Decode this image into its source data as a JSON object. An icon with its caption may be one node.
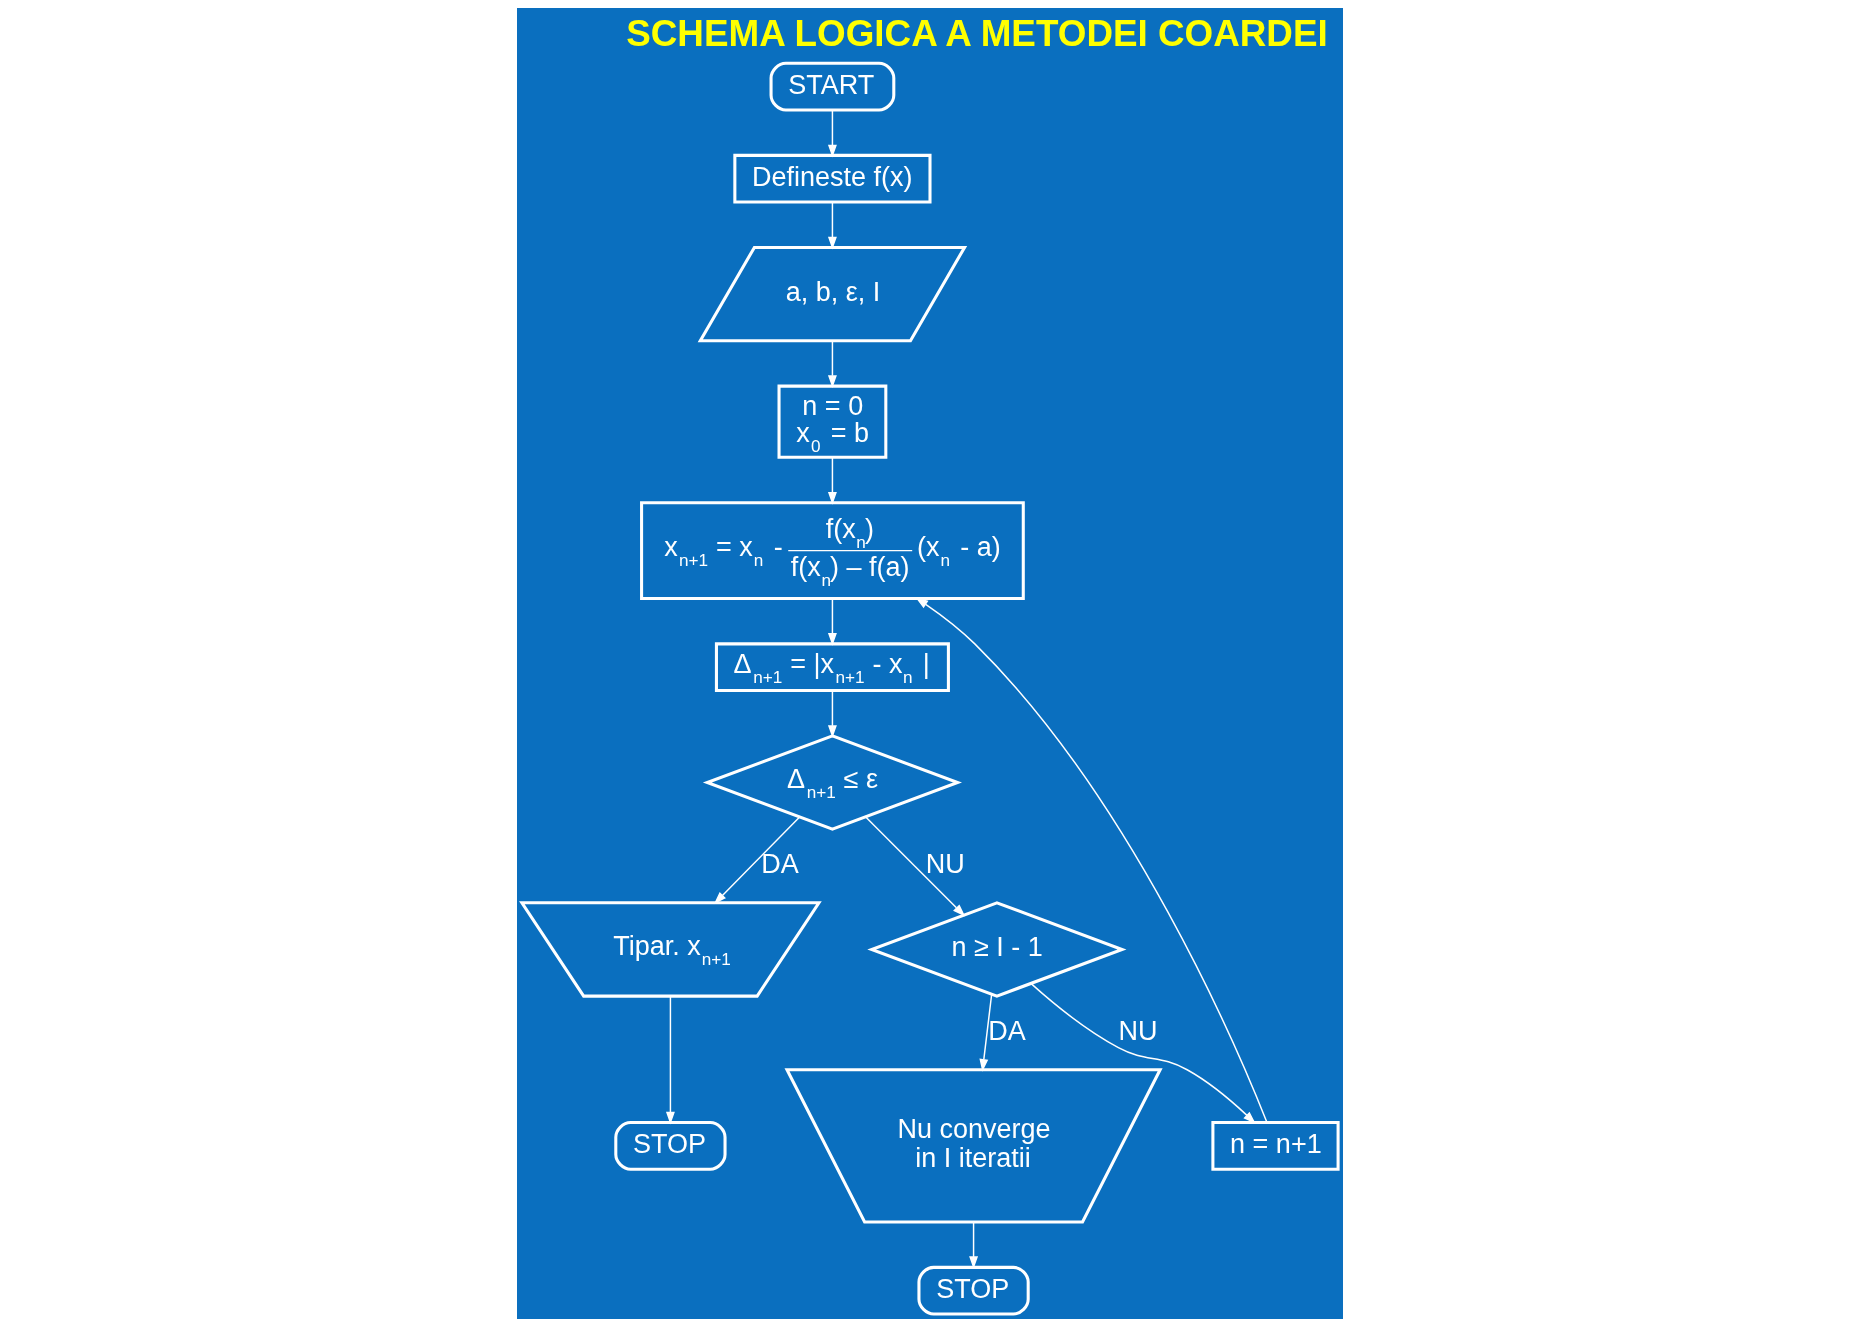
{
  "diagram": {
    "title": "SCHEMA LOGICA A METODEI COARDEI",
    "nodes": [
      {
        "text": [
          "START"
        ]
      },
      {
        "text": [
          "Defineste f(x)"
        ]
      },
      {
        "text": [
          "a, b, ε, I"
        ]
      },
      {
        "text": [
          "n = 0",
          "x$_{0}$ = b"
        ]
      },
      {
        "text": [
          "x$_{n+1}$ = x$_{n}$ -",
          "f(x$_{n}$)",
          "f(x$_{n}$) – f(a)",
          "(x$_{n}$ - a)"
        ]
      },
      {
        "text": [
          "Δ$_{n+1}$ = |x$_{n+1}$ - x$_{n}$ |"
        ]
      },
      {
        "text": [
          "Δ$_{n+1}$ ≤ ε"
        ]
      },
      {
        "text": [
          "Tipar. x$_{n+1}$"
        ]
      },
      {
        "text": [
          "STOP"
        ]
      },
      {
        "text": [
          "n ≥ I - 1"
        ]
      },
      {
        "text": [
          "Nu converge in I iteratii"
        ]
      },
      {
        "text": [
          "STOP"
        ]
      },
      {
        "text": [
          "n = n+1"
        ]
      }
    ],
    "edges": [
      {
        "from": 0,
        "to": 1,
        "arrow": "to"
      },
      {
        "from": 1,
        "to": 2,
        "arrow": "to"
      },
      {
        "from": 2,
        "to": 3,
        "arrow": "to"
      },
      {
        "from": 3,
        "to": 4,
        "arrow": "to"
      },
      {
        "from": 4,
        "to": 5,
        "arrow": "to"
      },
      {
        "from": 5,
        "to": 6,
        "arrow": "to"
      },
      {
        "from": 6,
        "to": 7,
        "arrow": "to",
        "label": "DA"
      },
      {
        "from": 7,
        "to": 8,
        "arrow": "to"
      },
      {
        "from": 6,
        "to": 9,
        "arrow": "to",
        "label": "NU"
      },
      {
        "from": 9,
        "to": 10,
        "arrow": "to",
        "label": "DA"
      },
      {
        "from": 10,
        "to": 11,
        "arrow": "to"
      },
      {
        "from": 9,
        "to": 12,
        "arrow": "to",
        "label": "NU"
      },
      {
        "from": 12,
        "to": 4,
        "arrow": "to"
      }
    ]
  }
}
